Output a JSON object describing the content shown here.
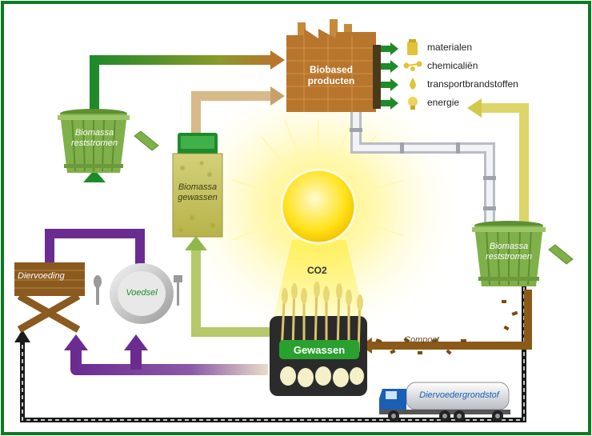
{
  "factory": {
    "line1": "Biobased",
    "line2": "producten"
  },
  "outputs": [
    {
      "label": "materialen",
      "icon": "container-icon"
    },
    {
      "label": "chemicaliën",
      "icon": "molecule-icon"
    },
    {
      "label": "transportbrandstoffen",
      "icon": "fuel-drop-icon"
    },
    {
      "label": "energie",
      "icon": "light-bulb-icon"
    }
  ],
  "bins": {
    "left": {
      "line1": "Biomassa",
      "line2": "reststromen"
    },
    "crops": {
      "line1": "Biomassa",
      "line2": "gewassen"
    },
    "right": {
      "line1": "Biomassa",
      "line2": "reststromen"
    }
  },
  "sun": {
    "label": "CO2"
  },
  "field": {
    "label": "Gewassen"
  },
  "feed": {
    "label": "Diervoeding"
  },
  "food": {
    "label": "Voedsel"
  },
  "compost": {
    "label": "Compost"
  },
  "truck": {
    "label": "Diervoedergrondstof"
  },
  "colors": {
    "frame": "#0e7a23",
    "factory": "#b8752c",
    "bin": "#7fb04a",
    "purple_flow": "#6b2c91",
    "green_flow": "#1f8a2a",
    "tan_flow": "#d8b98a",
    "yellow_flow": "#d9cf5c",
    "compost_flow": "#8b5a18",
    "feed_board": "#8b5a1f",
    "truck_cab": "#1a5fb4"
  }
}
